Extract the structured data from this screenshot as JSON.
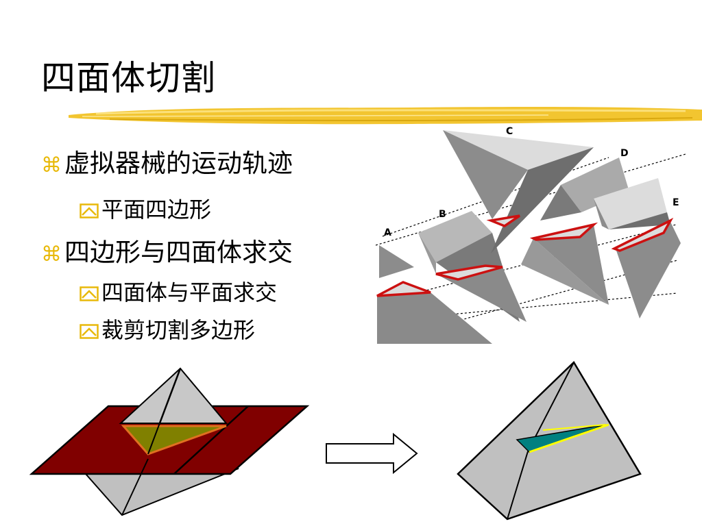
{
  "slide": {
    "title": "四面体切割",
    "bullets": [
      {
        "level": 1,
        "text": "虚拟器械的运动轨迹"
      },
      {
        "level": 2,
        "text": "平面四边形"
      },
      {
        "level": 1,
        "text": "四边形与四面体求交"
      },
      {
        "level": 2,
        "text": "四面体与平面求交"
      },
      {
        "level": 2,
        "text": "裁剪切割多边形"
      }
    ],
    "labels": {
      "a": "A",
      "b": "B",
      "c": "C",
      "d": "D",
      "e": "E"
    },
    "colors": {
      "accent": "#e8b90a",
      "plane": "#800000",
      "section": "#808000",
      "cut": "#008080",
      "cut_edge": "#ffff00",
      "quad_edge": "#cc1111"
    }
  }
}
